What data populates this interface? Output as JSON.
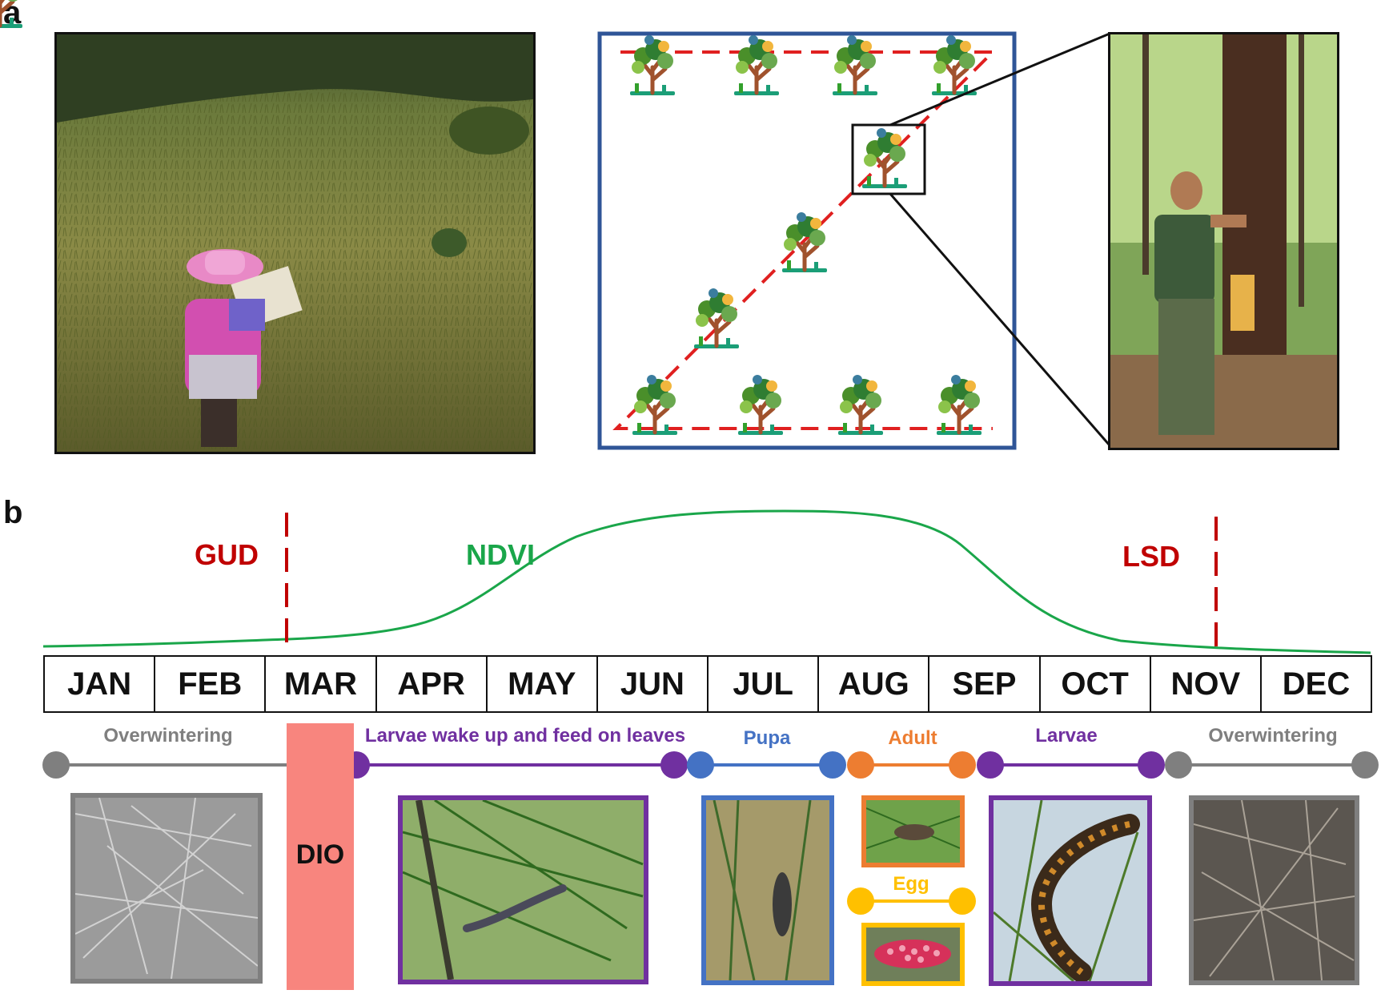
{
  "panel_a": {
    "label": "a",
    "left_photo": "field-survey-photo",
    "right_photo": "tree-sampling-photo"
  },
  "panel_b": {
    "label": "b",
    "markers": {
      "gud": "GUD",
      "ndvi": "NDVI",
      "lsd": "LSD",
      "dio": "DIO"
    },
    "months": [
      "JAN",
      "FEB",
      "MAR",
      "APR",
      "MAY",
      "JUN",
      "JUL",
      "AUG",
      "SEP",
      "OCT",
      "NOV",
      "DEC"
    ],
    "stages": {
      "overwintering_start": "Overwintering",
      "larvae_wake": "Larvae wake up and feed on leaves",
      "pupa": "Pupa",
      "adult": "Adult",
      "egg": "Egg",
      "larvae": "Larvae",
      "overwintering_end": "Overwintering"
    }
  },
  "colors": {
    "gud_red": "#c00000",
    "ndvi_green": "#1aa64a",
    "overwinter_gray": "#7f7f7f",
    "larvae_purple": "#7030a0",
    "pupa_blue": "#4472c4",
    "adult_orange": "#ed7d31",
    "egg_yellow": "#ffc000",
    "dio_pink": "#f8857e",
    "sampling_frame_blue": "#2f5597",
    "route_red": "#e02020"
  }
}
